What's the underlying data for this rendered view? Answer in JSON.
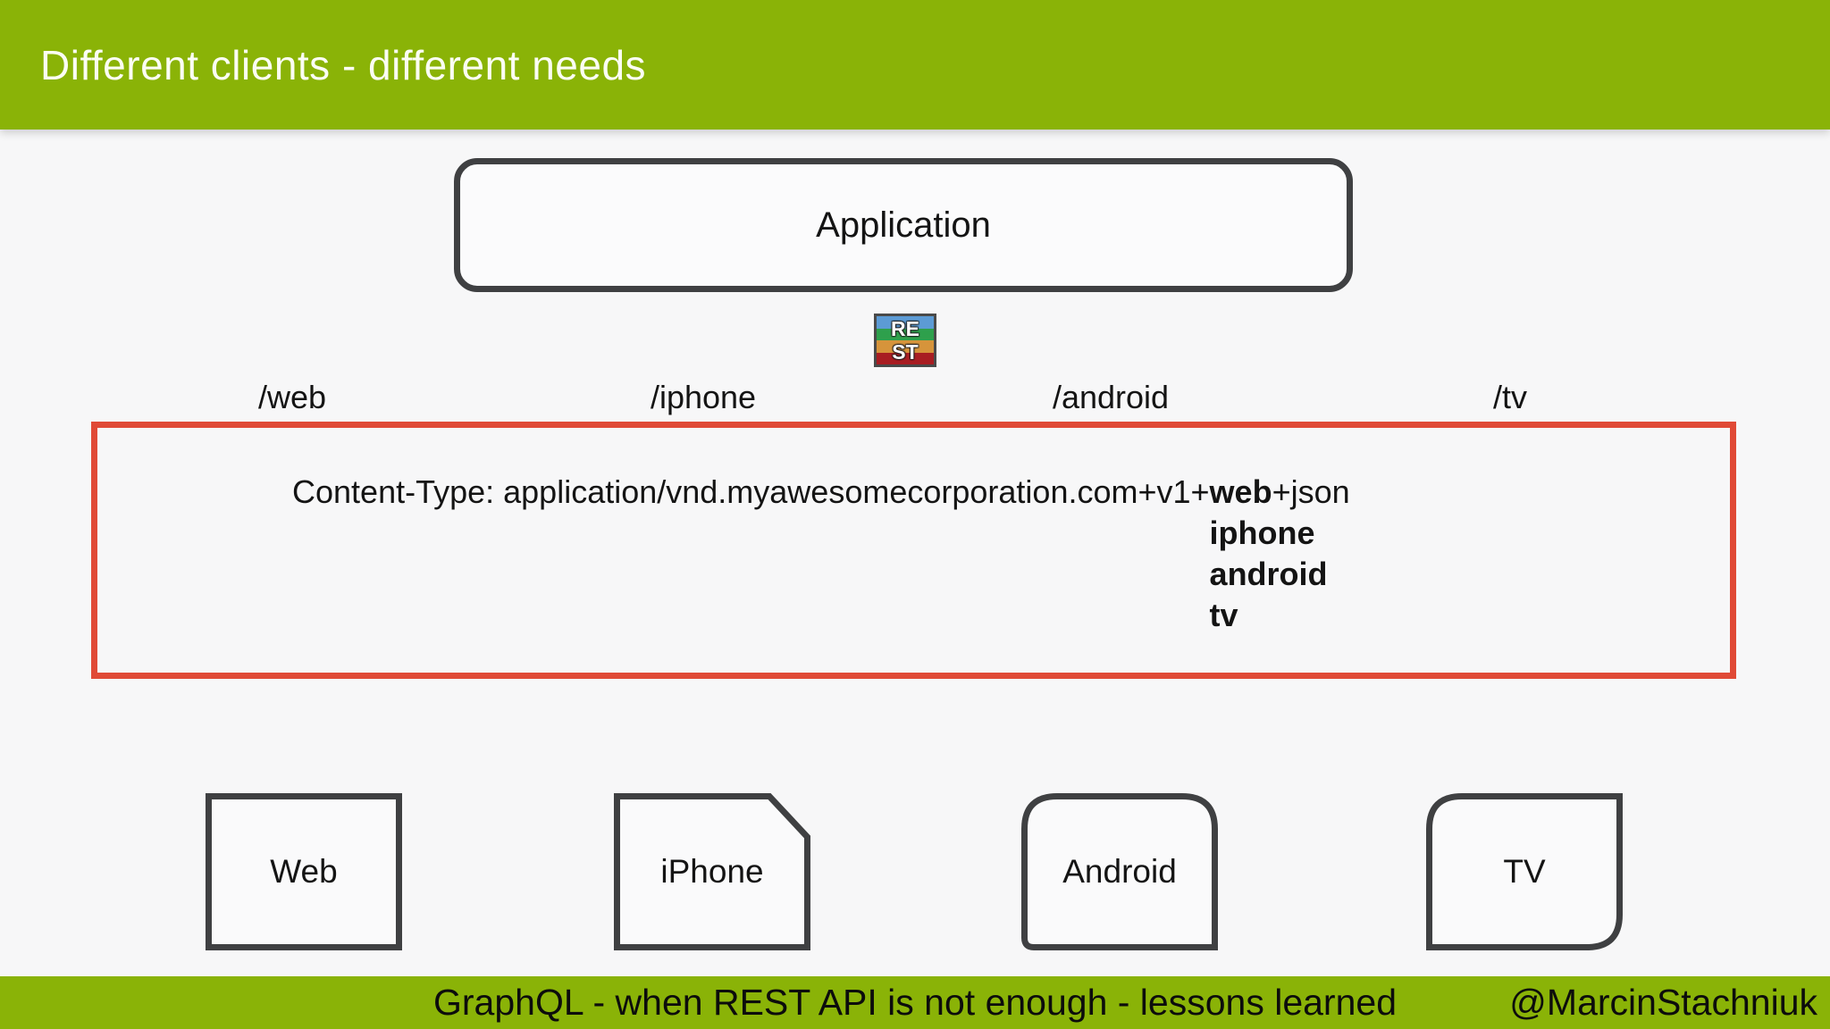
{
  "header": {
    "title": "Different clients - different needs"
  },
  "application": {
    "label": "Application"
  },
  "rest_icon": {
    "line1": "RE",
    "line2": "ST",
    "stripe_colors": [
      "#5c9bd5",
      "#2ea04c",
      "#d6943b",
      "#a81d22"
    ]
  },
  "routes": [
    {
      "label": "/web"
    },
    {
      "label": "/iphone"
    },
    {
      "label": "/android"
    },
    {
      "label": "/tv"
    }
  ],
  "content_type": {
    "prefix": "Content-Type: application/vnd.myawesomecorporation.com+v1+",
    "highlight": "web",
    "suffix": "+json",
    "alternatives": [
      "iphone",
      "android",
      "tv"
    ]
  },
  "clients": [
    {
      "label": "Web"
    },
    {
      "label": "iPhone"
    },
    {
      "label": "Android"
    },
    {
      "label": "TV"
    }
  ],
  "footer": {
    "title": "GraphQL - when REST API is not enough - lessons learned",
    "author": "@MarcinStachniuk"
  },
  "colors": {
    "header_green": "#8ab307",
    "accent_red": "#e04a36",
    "border_gray": "#3f4042",
    "background": "#f7f7f8"
  }
}
